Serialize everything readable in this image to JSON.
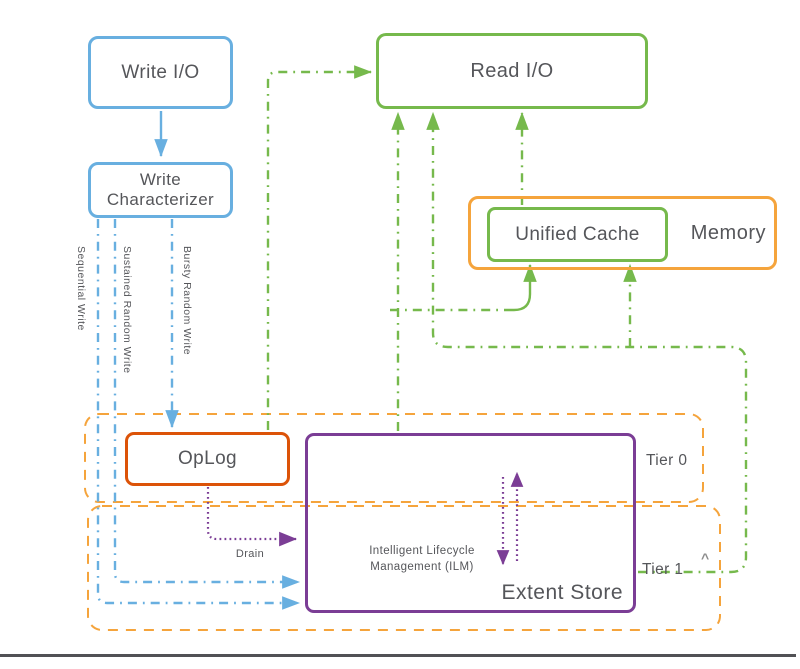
{
  "colors": {
    "blue": "#68AFE0",
    "green": "#76B94C",
    "orange": "#F5A43C",
    "oplog": "#DC5308",
    "purple": "#7B3D95",
    "ink": "#55565A",
    "rule": "#515155",
    "hop": "#8C8C8C"
  },
  "nodes": {
    "write_io": {
      "label": "Write I/O"
    },
    "write_characterizer": {
      "label": "Write Characterizer"
    },
    "read_io": {
      "label": "Read I/O"
    },
    "unified_cache": {
      "label": "Unified Cache"
    },
    "memory": {
      "label": "Memory"
    },
    "oplog": {
      "label": "OpLog"
    },
    "extent_store": {
      "label": "Extent Store",
      "ilm_line1": "Intelligent Lifecycle",
      "ilm_line2": "Management (ILM)"
    },
    "tier0": {
      "label": "Tier 0"
    },
    "tier1": {
      "label": "Tier 1"
    }
  },
  "edge_labels": {
    "sequential_write": "Sequential Write",
    "sustained_random_write": "Sustained Random Write",
    "bursty_random_write": "Bursty Random Write",
    "drain": "Drain"
  },
  "marks": {
    "line_hop": "^"
  }
}
